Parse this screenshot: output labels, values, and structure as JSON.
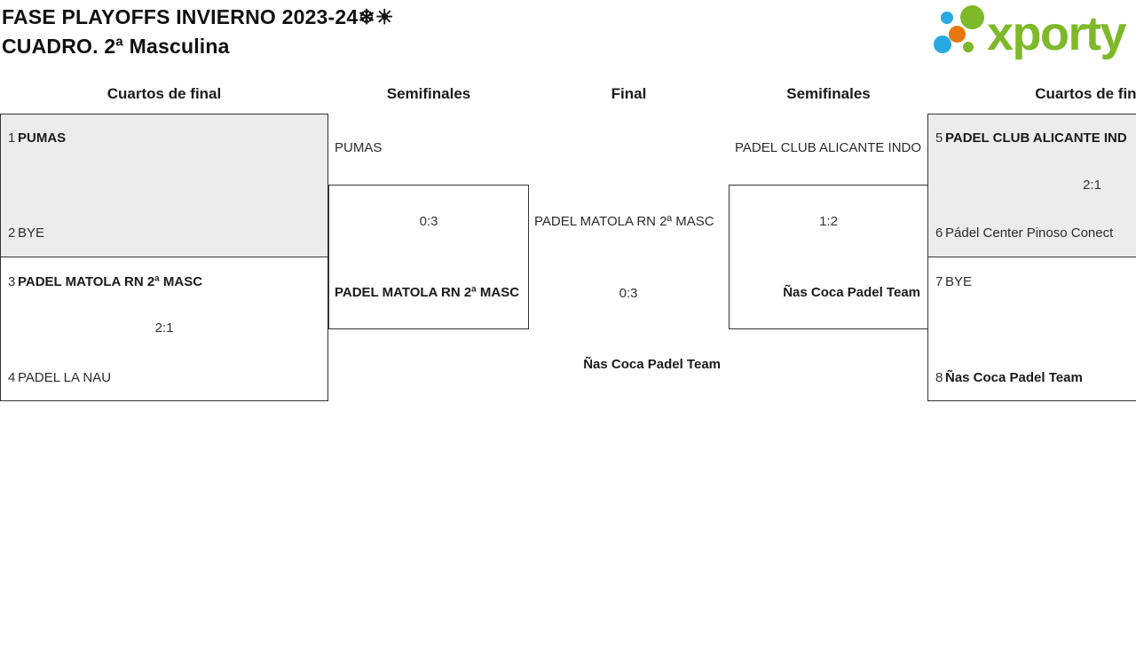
{
  "header": {
    "title_line1": "FASE PLAYOFFS INVIERNO 2023-24❄☀",
    "title_line2": "CUADRO. 2ª Masculina"
  },
  "logo": {
    "text": "xporty",
    "colors": {
      "green": "#7db928",
      "blue": "#29a9e1",
      "orange": "#e8770e"
    }
  },
  "rounds": {
    "left_quarters": "Cuartos de final",
    "left_semis": "Semifinales",
    "final": "Final",
    "right_semis": "Semifinales",
    "right_quarters": "Cuartos de final"
  },
  "bracket": {
    "left_quarters": {
      "match1": {
        "seed_top": "1",
        "team_top": "PUMAS",
        "seed_bottom": "2",
        "team_bottom": "BYE"
      },
      "match2": {
        "seed_top": "3",
        "team_top": "PADEL MATOLA RN 2ª MASC",
        "score": "2:1",
        "seed_bottom": "4",
        "team_bottom": "PADEL LA NAU"
      }
    },
    "left_semifinal": {
      "team_top": "PUMAS",
      "score": "0:3",
      "winner": "PADEL MATOLA RN 2ª MASC"
    },
    "final": {
      "team_top": "PADEL MATOLA RN 2ª MASC",
      "score": "0:3",
      "winner": "Ñas Coca Padel Team"
    },
    "right_semifinal": {
      "team_top": "PADEL CLUB ALICANTE INDO",
      "score": "1:2",
      "winner": "Ñas Coca Padel Team"
    },
    "right_quarters": {
      "match1": {
        "seed_top": "5",
        "team_top": "PADEL CLUB ALICANTE IND",
        "score": "2:1",
        "seed_bottom": "6",
        "team_bottom": "Pádel Center Pinoso Conect"
      },
      "match2": {
        "seed_top": "7",
        "team_top": "BYE",
        "seed_bottom": "8",
        "team_bottom": "Ñas Coca Padel Team"
      }
    }
  }
}
